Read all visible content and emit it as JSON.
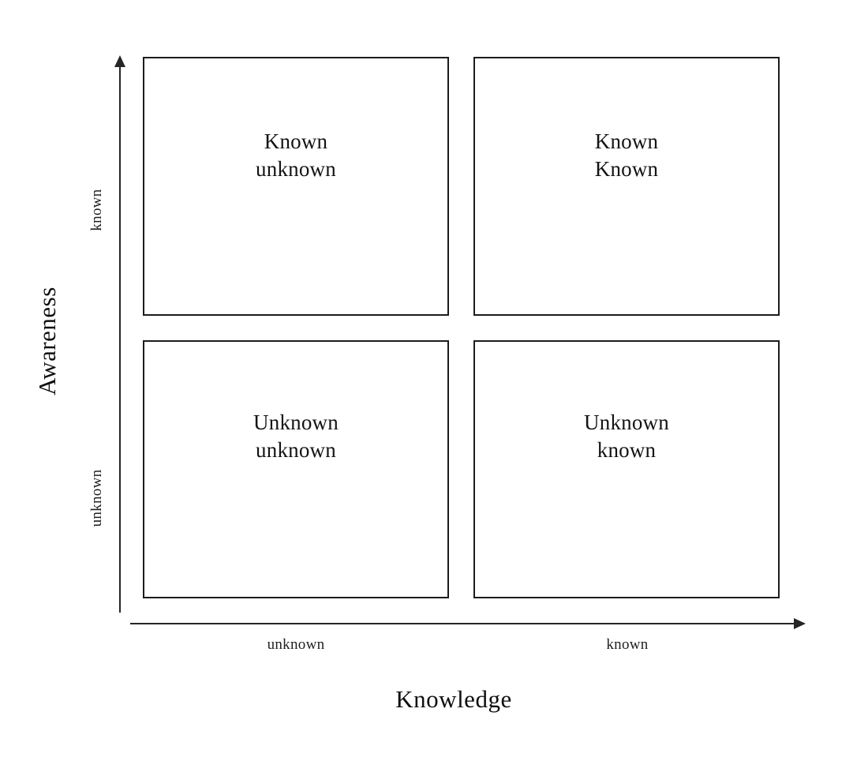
{
  "diagram": {
    "kind": "two-by-two-matrix",
    "axes": {
      "y": {
        "title": "Awareness",
        "ticks": {
          "high": "known",
          "low": "unknown"
        }
      },
      "x": {
        "title": "Knowledge",
        "ticks": {
          "low": "unknown",
          "high": "known"
        }
      }
    },
    "quadrants": [
      {
        "id": "known-unknown",
        "position": "top-left",
        "line1": "Known",
        "line2": "unknown",
        "label": "Known\nunknown"
      },
      {
        "id": "known-known",
        "position": "top-right",
        "line1": "Known",
        "line2": "Known",
        "label": "Known\nKnown"
      },
      {
        "id": "unknown-unknown",
        "position": "bottom-left",
        "line1": "Unknown",
        "line2": "unknown",
        "label": "Unknown\nunknown"
      },
      {
        "id": "unknown-known",
        "position": "bottom-right",
        "line1": "Unknown",
        "line2": "known",
        "label": "Unknown\nknown"
      }
    ],
    "colors": {
      "background": "#ffffff",
      "box_border": "#1c1c1c",
      "axis_line": "#262626",
      "text": "#141414"
    }
  }
}
